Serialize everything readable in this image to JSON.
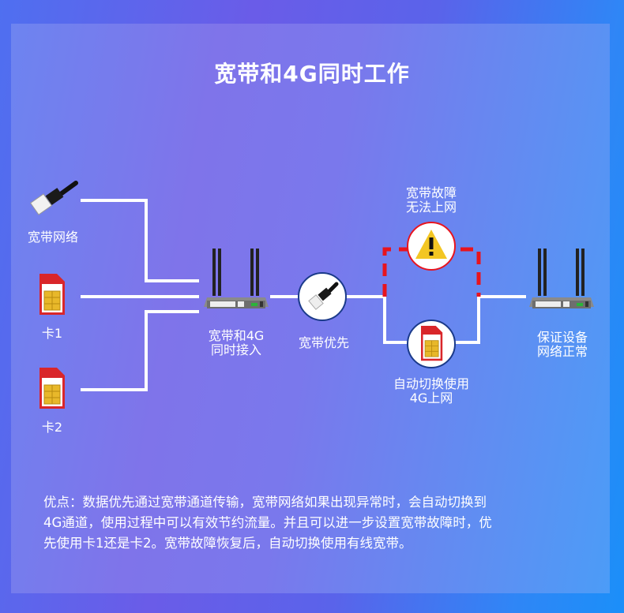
{
  "title": "宽带和4G同时工作",
  "sources": {
    "broadband": {
      "label": "宽带网络",
      "icon": "ethernet-cable-icon"
    },
    "sim1": {
      "label": "卡1",
      "icon": "sim-card-icon"
    },
    "sim2": {
      "label": "卡2",
      "icon": "sim-card-icon"
    }
  },
  "router_left": {
    "label_line1": "宽带和4G",
    "label_line2": "同时接入",
    "icon": "router-icon"
  },
  "priority": {
    "label": "宽带优先",
    "icon": "ethernet-cable-icon"
  },
  "failure": {
    "label_line1": "宽带故障",
    "label_line2": "无法上网",
    "icon": "warning-icon"
  },
  "fallback": {
    "label_line1": "自动切换使用",
    "label_line2": "4G上网",
    "icon": "sim-card-icon"
  },
  "router_right": {
    "label_line1": "保证设备",
    "label_line2": "网络正常",
    "icon": "router-icon"
  },
  "description": {
    "line1": "优点：数据优先通过宽带通道传输，宽带网络如果出现异常时，会自动切换到",
    "line2": "4G通道，使用过程中可以有效节约流量。并且可以进一步设置宽带故障时，优",
    "line3": "先使用卡1还是卡2。宽带故障恢复后，自动切换使用有线宽带。"
  },
  "colors": {
    "accent_red": "#e8141e",
    "line": "#ffffff",
    "sim_red": "#d9262a",
    "chip_gold": "#e8b82a"
  }
}
